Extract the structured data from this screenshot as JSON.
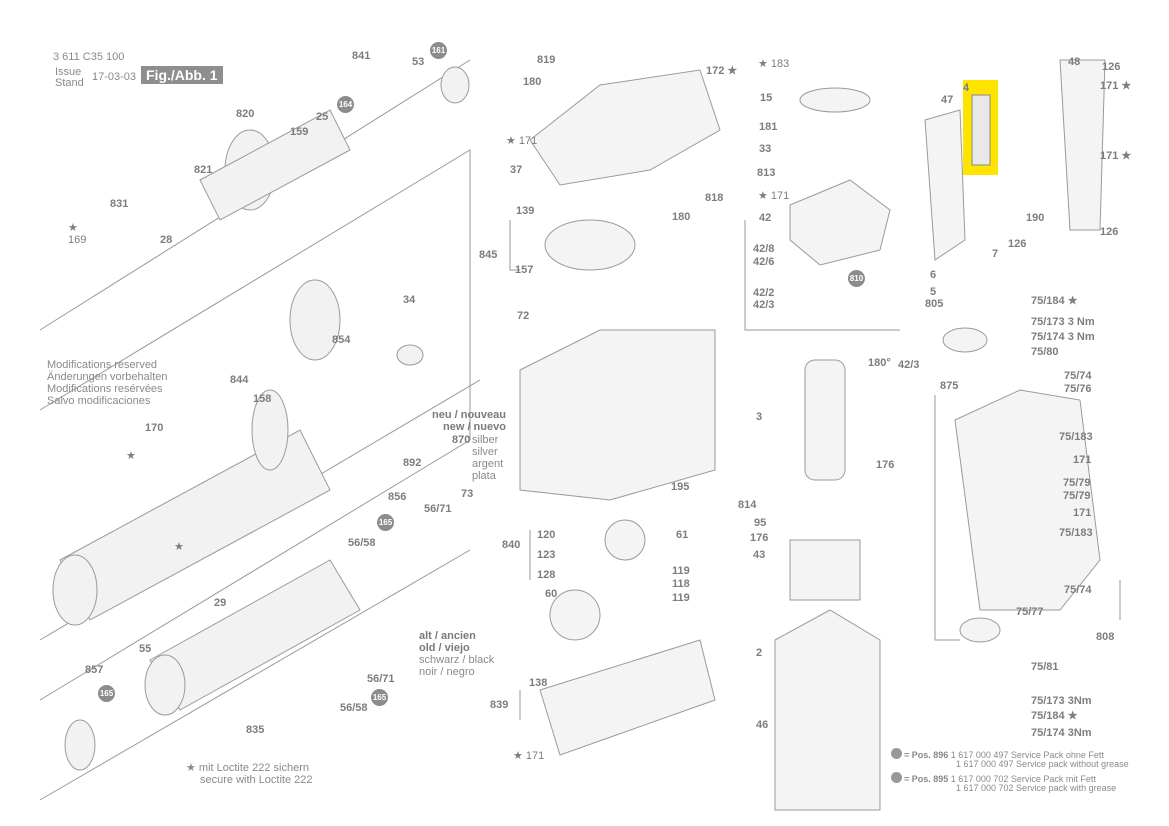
{
  "header": {
    "part_number": "3 611 C35 100",
    "issue_label": "Issue",
    "stand_label": "Stand",
    "date": "17-03-03",
    "figure": "Fig./Abb. 1"
  },
  "modifications": [
    "Modifications reserved",
    "Änderungen vorbehalten",
    "Modifications resérvées",
    "Salvo modificaciones"
  ],
  "new_note": {
    "line1": "neu / nouveau",
    "line2": "new / nuevo",
    "part": "870",
    "colors": [
      "silber",
      "silver",
      "argent",
      "plata"
    ]
  },
  "old_note": {
    "line1": "alt / ancien",
    "line2": "old / viejo",
    "line3": "schwarz / black",
    "line4": "noir / negro"
  },
  "loctite_note": [
    "★ mit Loctite 222 sichern",
    "secure with Loctite 222"
  ],
  "legend": [
    {
      "pos": "= Pos. 896",
      "line1": "1 617 000 497 Service Pack ohne Fett",
      "line2": "1 617 000 497 Service pack without grease"
    },
    {
      "pos": "= Pos. 895",
      "line1": "1 617 000 702 Service Pack mit Fett",
      "line2": "1 617 000 702 Service pack with grease"
    }
  ],
  "badges": [
    "161",
    "164",
    "165",
    "165",
    "165",
    "810"
  ],
  "labels": [
    "841",
    "53",
    "820",
    "159",
    "25",
    "821",
    "831",
    "★\n169",
    "28",
    "34",
    "854",
    "844",
    "158",
    "170",
    "★",
    "★",
    "892",
    "856",
    "56/71",
    "73",
    "56/58",
    "29",
    "55",
    "857",
    "835",
    "56/71",
    "56/58",
    "819",
    "180",
    "172 ★",
    "★ 171",
    "37",
    "818",
    "180",
    "139",
    "845",
    "157",
    "72",
    "195",
    "840",
    "120",
    "123",
    "128",
    "61",
    "119",
    "118",
    "119",
    "60",
    "839",
    "138",
    "★ 171",
    "★ 183",
    "15",
    "181",
    "33",
    "813",
    "★ 171",
    "42",
    "42/8",
    "42/6",
    "42/2",
    "42/3",
    "42/3",
    "180°",
    "3",
    "176",
    "814",
    "95",
    "176",
    "43",
    "2",
    "46",
    "48",
    "126",
    "171 ★",
    "47",
    "4",
    "171 ★",
    "190",
    "126",
    "126",
    "7",
    "6",
    "5",
    "805",
    "75/184 ★",
    "75/173  3 Nm",
    "75/174  3 Nm",
    "75/80",
    "875",
    "75/74",
    "75/76",
    "75/183",
    "171",
    "75/79",
    "75/79",
    "171",
    "75/183",
    "75/74",
    "75/77",
    "808",
    "75/81",
    "75/173  3Nm",
    "75/184 ★",
    "75/174  3Nm"
  ],
  "colors": {
    "highlight": "#ffe400",
    "ink": "#7d7d7d",
    "badge": "#8c8c8c"
  }
}
